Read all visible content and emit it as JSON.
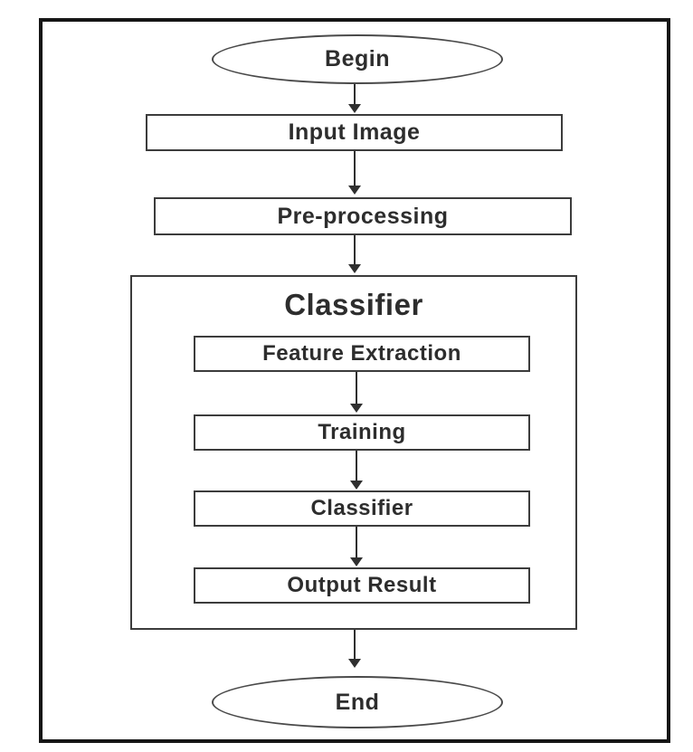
{
  "flowchart": {
    "nodes": {
      "begin": {
        "label": "Begin",
        "shape": "ellipse"
      },
      "input_image": {
        "label": "Input Image",
        "shape": "rect"
      },
      "preprocessing": {
        "label": "Pre-processing",
        "shape": "rect"
      },
      "classifier_group": {
        "label": "Classifier",
        "shape": "group"
      },
      "feature_extraction": {
        "label": "Feature Extraction",
        "shape": "rect"
      },
      "training": {
        "label": "Training",
        "shape": "rect"
      },
      "classifier": {
        "label": "Classifier",
        "shape": "rect"
      },
      "output_result": {
        "label": "Output Result",
        "shape": "rect"
      },
      "end": {
        "label": "End",
        "shape": "ellipse"
      }
    },
    "edges": [
      {
        "from": "begin",
        "to": "input_image"
      },
      {
        "from": "input_image",
        "to": "preprocessing"
      },
      {
        "from": "preprocessing",
        "to": "classifier_group"
      },
      {
        "from": "feature_extraction",
        "to": "training"
      },
      {
        "from": "training",
        "to": "classifier"
      },
      {
        "from": "classifier",
        "to": "output_result"
      },
      {
        "from": "classifier_group",
        "to": "end"
      }
    ],
    "colors": {
      "background": "#ffffff",
      "frame_stroke": "#161616",
      "node_stroke": "#3c3c3c",
      "arrow_stroke": "#2f2f2f",
      "text": "#2d2d2d"
    }
  }
}
